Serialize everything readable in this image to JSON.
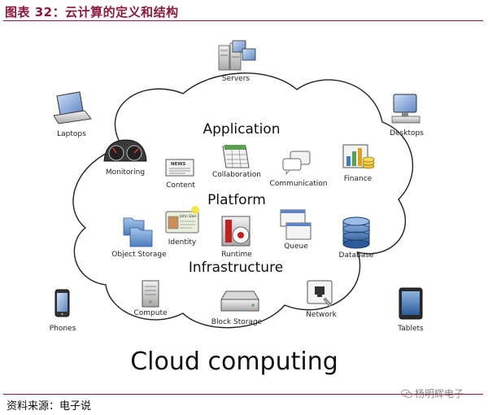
{
  "figure_title": "图表 32：云计算的定义和结构",
  "source": "资料来源：电子说",
  "watermark": "杨明辉电子",
  "diagram": {
    "main_title": "Cloud computing",
    "sections": {
      "application": "Application",
      "platform": "Platform",
      "infrastructure": "Infrastructure"
    },
    "devices": {
      "servers": "Servers",
      "laptops": "Laptops",
      "desktops": "Desktops",
      "phones": "Phones",
      "tablets": "Tablets"
    },
    "services": {
      "monitoring": "Monitoring",
      "content": "Content",
      "collaboration": "Collaboration",
      "communication": "Communication",
      "finance": "Finance",
      "identity": "Identity",
      "object_storage": "Object Storage",
      "runtime": "Runtime",
      "queue": "Queue",
      "database": "Database",
      "compute": "Compute",
      "block_storage": "Block Storage",
      "network": "Network"
    },
    "icons": {
      "identity_card_text": "John Doe",
      "content_news_text": "NEWS"
    }
  }
}
